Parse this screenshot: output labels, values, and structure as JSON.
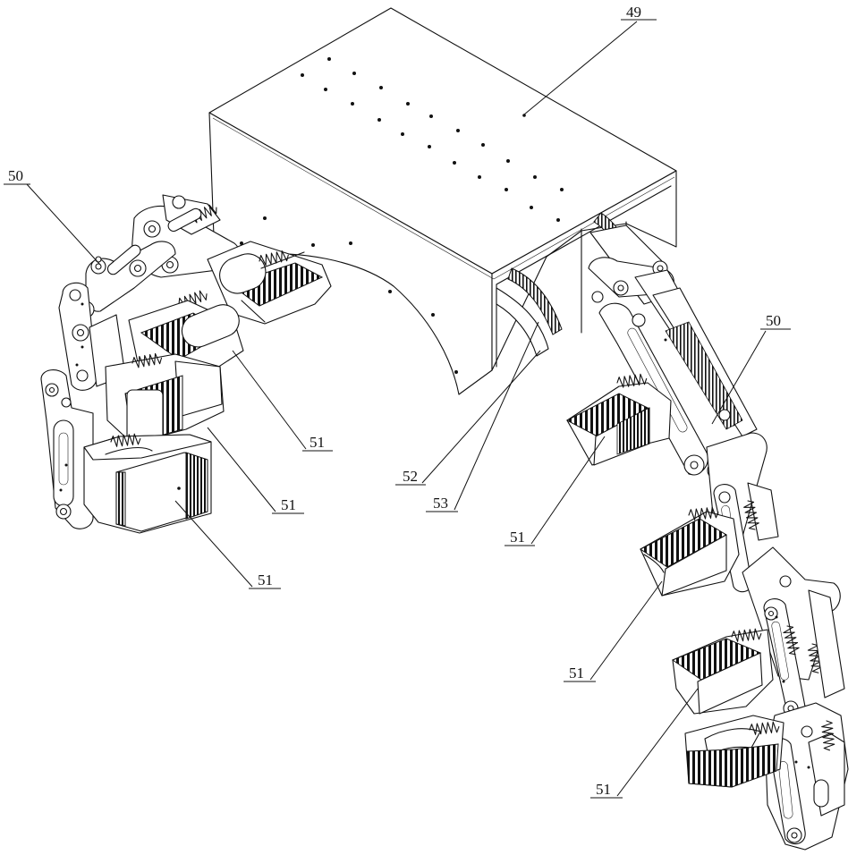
{
  "figure": {
    "labels": [
      {
        "text": "49",
        "part": "housing"
      },
      {
        "text": "50",
        "part": "left-leg-linkage"
      },
      {
        "text": "50",
        "part": "right-leg-linkage"
      },
      {
        "text": "51",
        "part": "left-upper-actuator"
      },
      {
        "text": "51",
        "part": "left-middle-actuator"
      },
      {
        "text": "51",
        "part": "left-lower-actuator"
      },
      {
        "text": "51",
        "part": "right-upper-actuator"
      },
      {
        "text": "51",
        "part": "right-middle-actuator"
      },
      {
        "text": "51",
        "part": "right-lower-actuator"
      },
      {
        "text": "52",
        "part": "curved-guide"
      },
      {
        "text": "53",
        "part": "rack-gear"
      }
    ]
  }
}
